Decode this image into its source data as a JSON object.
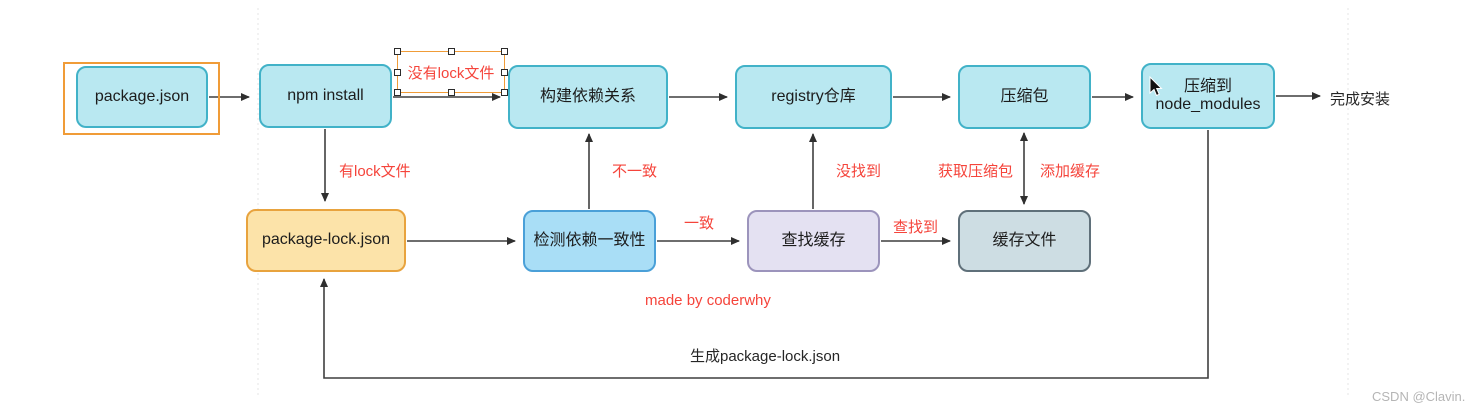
{
  "diagram": {
    "nodes": {
      "package_json": "package.json",
      "npm_install": "npm install",
      "build_dependency_graph": "构建依赖关系",
      "registry": "registry仓库",
      "tarball": "压缩包",
      "compress_line1": "压缩到",
      "compress_line2": "node_modules",
      "package_lock": "package-lock.json",
      "check_consistency": "检测依赖一致性",
      "lookup_cache": "查找缓存",
      "cache_files": "缓存文件"
    },
    "edge_labels": {
      "no_lock": "没有lock文件",
      "has_lock": "有lock文件",
      "inconsistent": "不一致",
      "consistent": "一致",
      "not_found": "没找到",
      "found": "查找到",
      "fetch_tarball": "获取压缩包",
      "add_cache": "添加缓存",
      "generate_lock": "生成package-lock.json",
      "finish": "完成安装"
    },
    "annotations": {
      "credit": "made by coderwhy",
      "watermark": "CSDN @Clavin."
    },
    "colors": {
      "node_cyan_fill": "#b9e8f1",
      "node_cyan_border": "#41b2c8",
      "node_yellow_fill": "#fce3a9",
      "node_yellow_border": "#e8a33e",
      "node_blue_fill": "#a9def6",
      "node_blue_border": "#4aa0d8",
      "node_lavender_fill": "#e4e1f2",
      "node_lavender_border": "#9c94bc",
      "node_gray_fill": "#cddde3",
      "node_gray_border": "#5f707a",
      "edge_label_red": "#f5443b",
      "selection_orange": "#f09c38",
      "arrow_stroke": "#3f3f3f"
    }
  }
}
